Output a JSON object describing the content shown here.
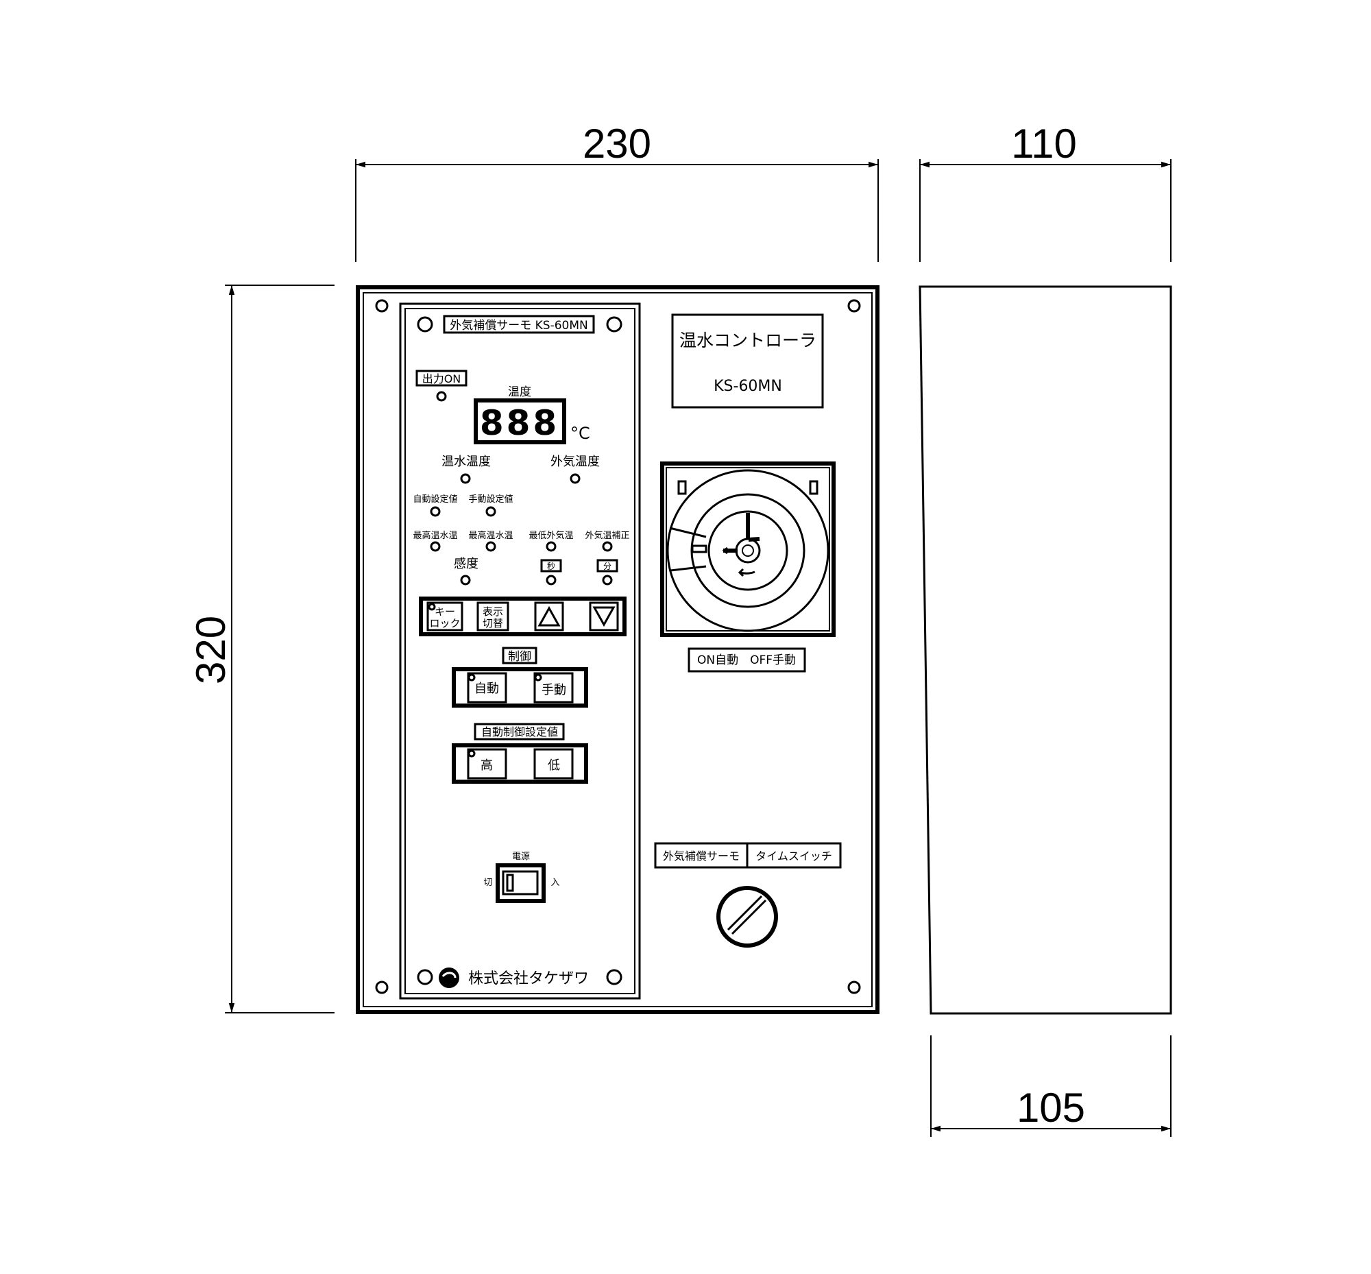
{
  "dimensions": {
    "front_width": "230",
    "side_top_depth": "110",
    "height": "320",
    "side_bottom_depth": "105"
  },
  "thermo_panel": {
    "title": "外気補償サーモ KS-60MN",
    "output_label": "出力ON",
    "temp_label": "温度",
    "display_digits": "888",
    "unit": "°C",
    "hot_water_temp": "温水温度",
    "outdoor_temp": "外気温度",
    "auto_setpoint": "自動設定値",
    "manual_setpoint": "手動設定値",
    "max_water_temp_1": "最高温水温",
    "max_water_temp_2": "最高温水温",
    "min_outdoor_temp": "最低外気温",
    "outdoor_correction": "外気温補正",
    "sensitivity": "感度",
    "seconds_unit": "秒",
    "minutes_unit": "分",
    "keylock_line1": "キー",
    "keylock_line2": "ロック",
    "display_switch_line1": "表示",
    "display_switch_line2": "切替",
    "control_label": "制御",
    "auto_button": "自動",
    "manual_button": "手動",
    "auto_control_setpoint": "自動制御設定値",
    "high_button": "高",
    "low_button": "低",
    "power_label": "電源",
    "power_off": "切",
    "power_on": "入",
    "company": "株式会社タケザワ"
  },
  "controller": {
    "name": "温水コントローラ",
    "model": "KS-60MN",
    "timer_mode": "ON自動　OFF手動",
    "selector_left": "外気補償サーモ",
    "selector_right": "タイムスイッチ"
  }
}
